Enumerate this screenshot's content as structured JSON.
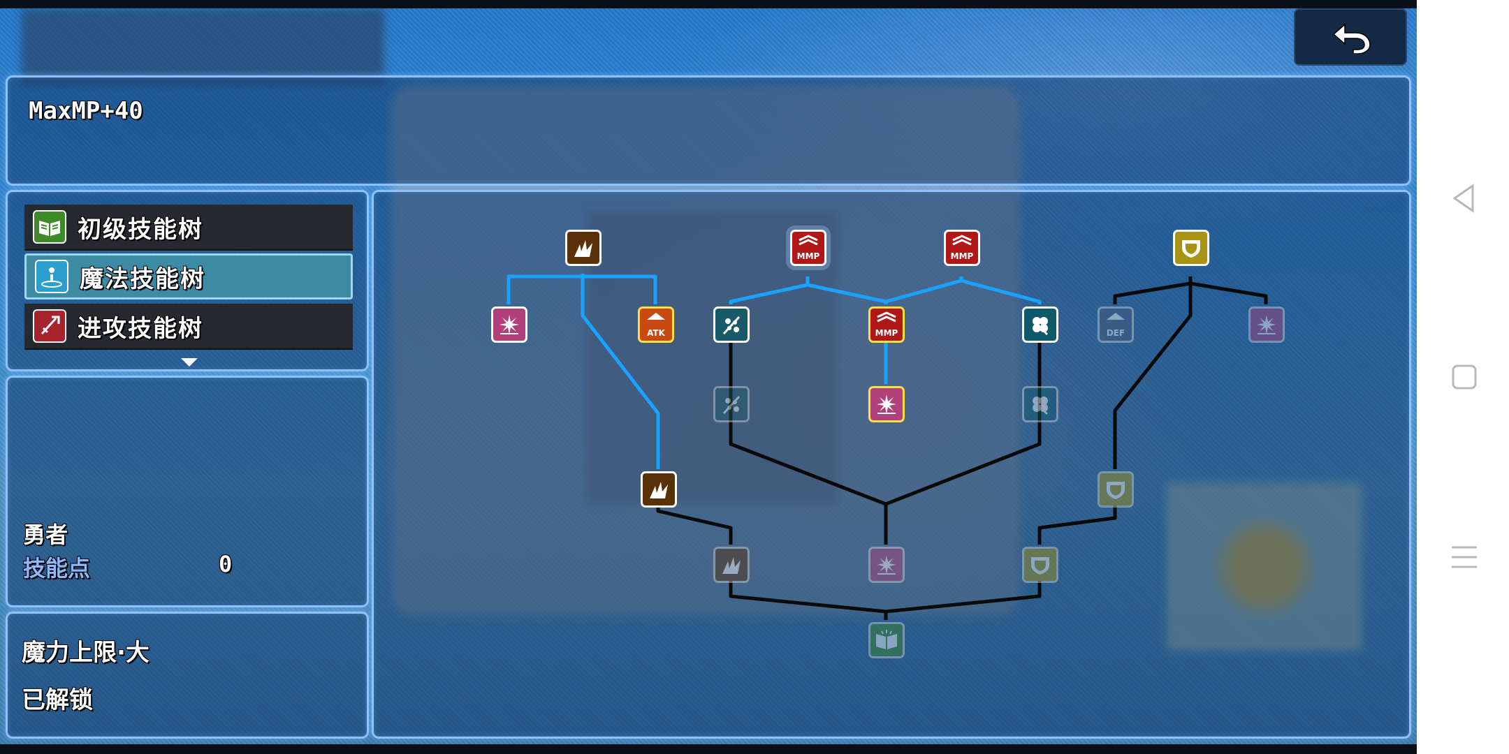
{
  "skill_description": "MaxMP+40",
  "skill_trees": [
    {
      "label": "初级技能树",
      "icon": "book-icon"
    },
    {
      "label": "魔法技能树",
      "icon": "magic-drop-icon"
    },
    {
      "label": "进攻技能树",
      "icon": "sword-icon"
    }
  ],
  "active_tree_index": 1,
  "character": {
    "class_name": "勇者",
    "skill_points_label": "技能点",
    "skill_points_value": "0"
  },
  "selected_skill": {
    "name": "魔力上限·大",
    "status": "已解锁"
  },
  "node_badges": {
    "atk": "ATK",
    "mmp": "MMP",
    "def": "DEF"
  },
  "colors": {
    "panel_border": "#8ec2ff",
    "active_tab": "#3c8aa4",
    "link_unlocked": "#1aa2ff",
    "link_locked": "#0a0a0a",
    "selected_node_border": "#ffe040"
  }
}
